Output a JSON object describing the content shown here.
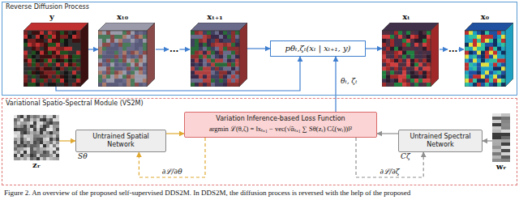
{
  "diagram": {
    "caption": "Figure 2. An overview of the proposed self-supervised DDS2M. In DDS2M, the diffusion process is reversed with the help of the proposed",
    "nodes": [
      {
        "text": [
          "Reverse Diffusion Process"
        ]
      },
      {
        "text": [
          "y"
        ],
        "in": 0
      },
      {
        "text": [
          "xₜ₀"
        ],
        "in": 0
      },
      {
        "text": [
          "xₜ₊₁"
        ],
        "in": 0
      },
      {
        "text": [
          "pθₜ,ζₜ(xₜ | xₜ₊₁, y)"
        ],
        "in": 0
      },
      {
        "text": [
          "xₜ"
        ],
        "in": 0
      },
      {
        "text": [
          "x₀"
        ],
        "in": 0
      },
      {
        "text": [
          "Variational Spatio-Spectral Module (VS2M)"
        ]
      },
      {
        "text": [
          "zᵣ"
        ],
        "in": 7
      },
      {
        "text": [
          "Untrained Spatial Network",
          "Sθ"
        ],
        "in": 7
      },
      {
        "text": [
          "Variation Inference-based Loss Function",
          "argmin ℒ(θ,ζ) = ‖xₜ₊₁ − vec(√ᾱₜ₊₁ ∑ Sθ(zᵣ) Cζ(wᵣ))‖²"
        ],
        "in": 7
      },
      {
        "text": [
          "Untrained Spectral Network",
          "Cζ"
        ],
        "in": 7
      },
      {
        "text": [
          "wᵣ"
        ],
        "in": 7
      }
    ],
    "edges": [
      {
        "from": 1,
        "to": 2,
        "arrow": "to"
      },
      {
        "from": 3,
        "to": 4,
        "arrow": "to"
      },
      {
        "from": 4,
        "to": 5,
        "arrow": "to"
      },
      {
        "from": 1,
        "to": 4,
        "arrow": "to"
      },
      {
        "from": 10,
        "to": 4,
        "arrow": "to",
        "label": "θₜ, ζₜ"
      },
      {
        "from": 8,
        "to": 9,
        "arrow": "to"
      },
      {
        "from": 9,
        "to": 10,
        "arrow": "to"
      },
      {
        "from": 12,
        "to": 11,
        "arrow": "to"
      },
      {
        "from": 11,
        "to": 10,
        "arrow": "to"
      },
      {
        "from": 10,
        "to": 9,
        "arrow": "to",
        "label": "∂ℒ/∂θ"
      },
      {
        "from": 10,
        "to": 11,
        "arrow": "to",
        "label": "∂ℒ/∂ζ"
      }
    ],
    "labels": [
      "...",
      "..."
    ]
  }
}
